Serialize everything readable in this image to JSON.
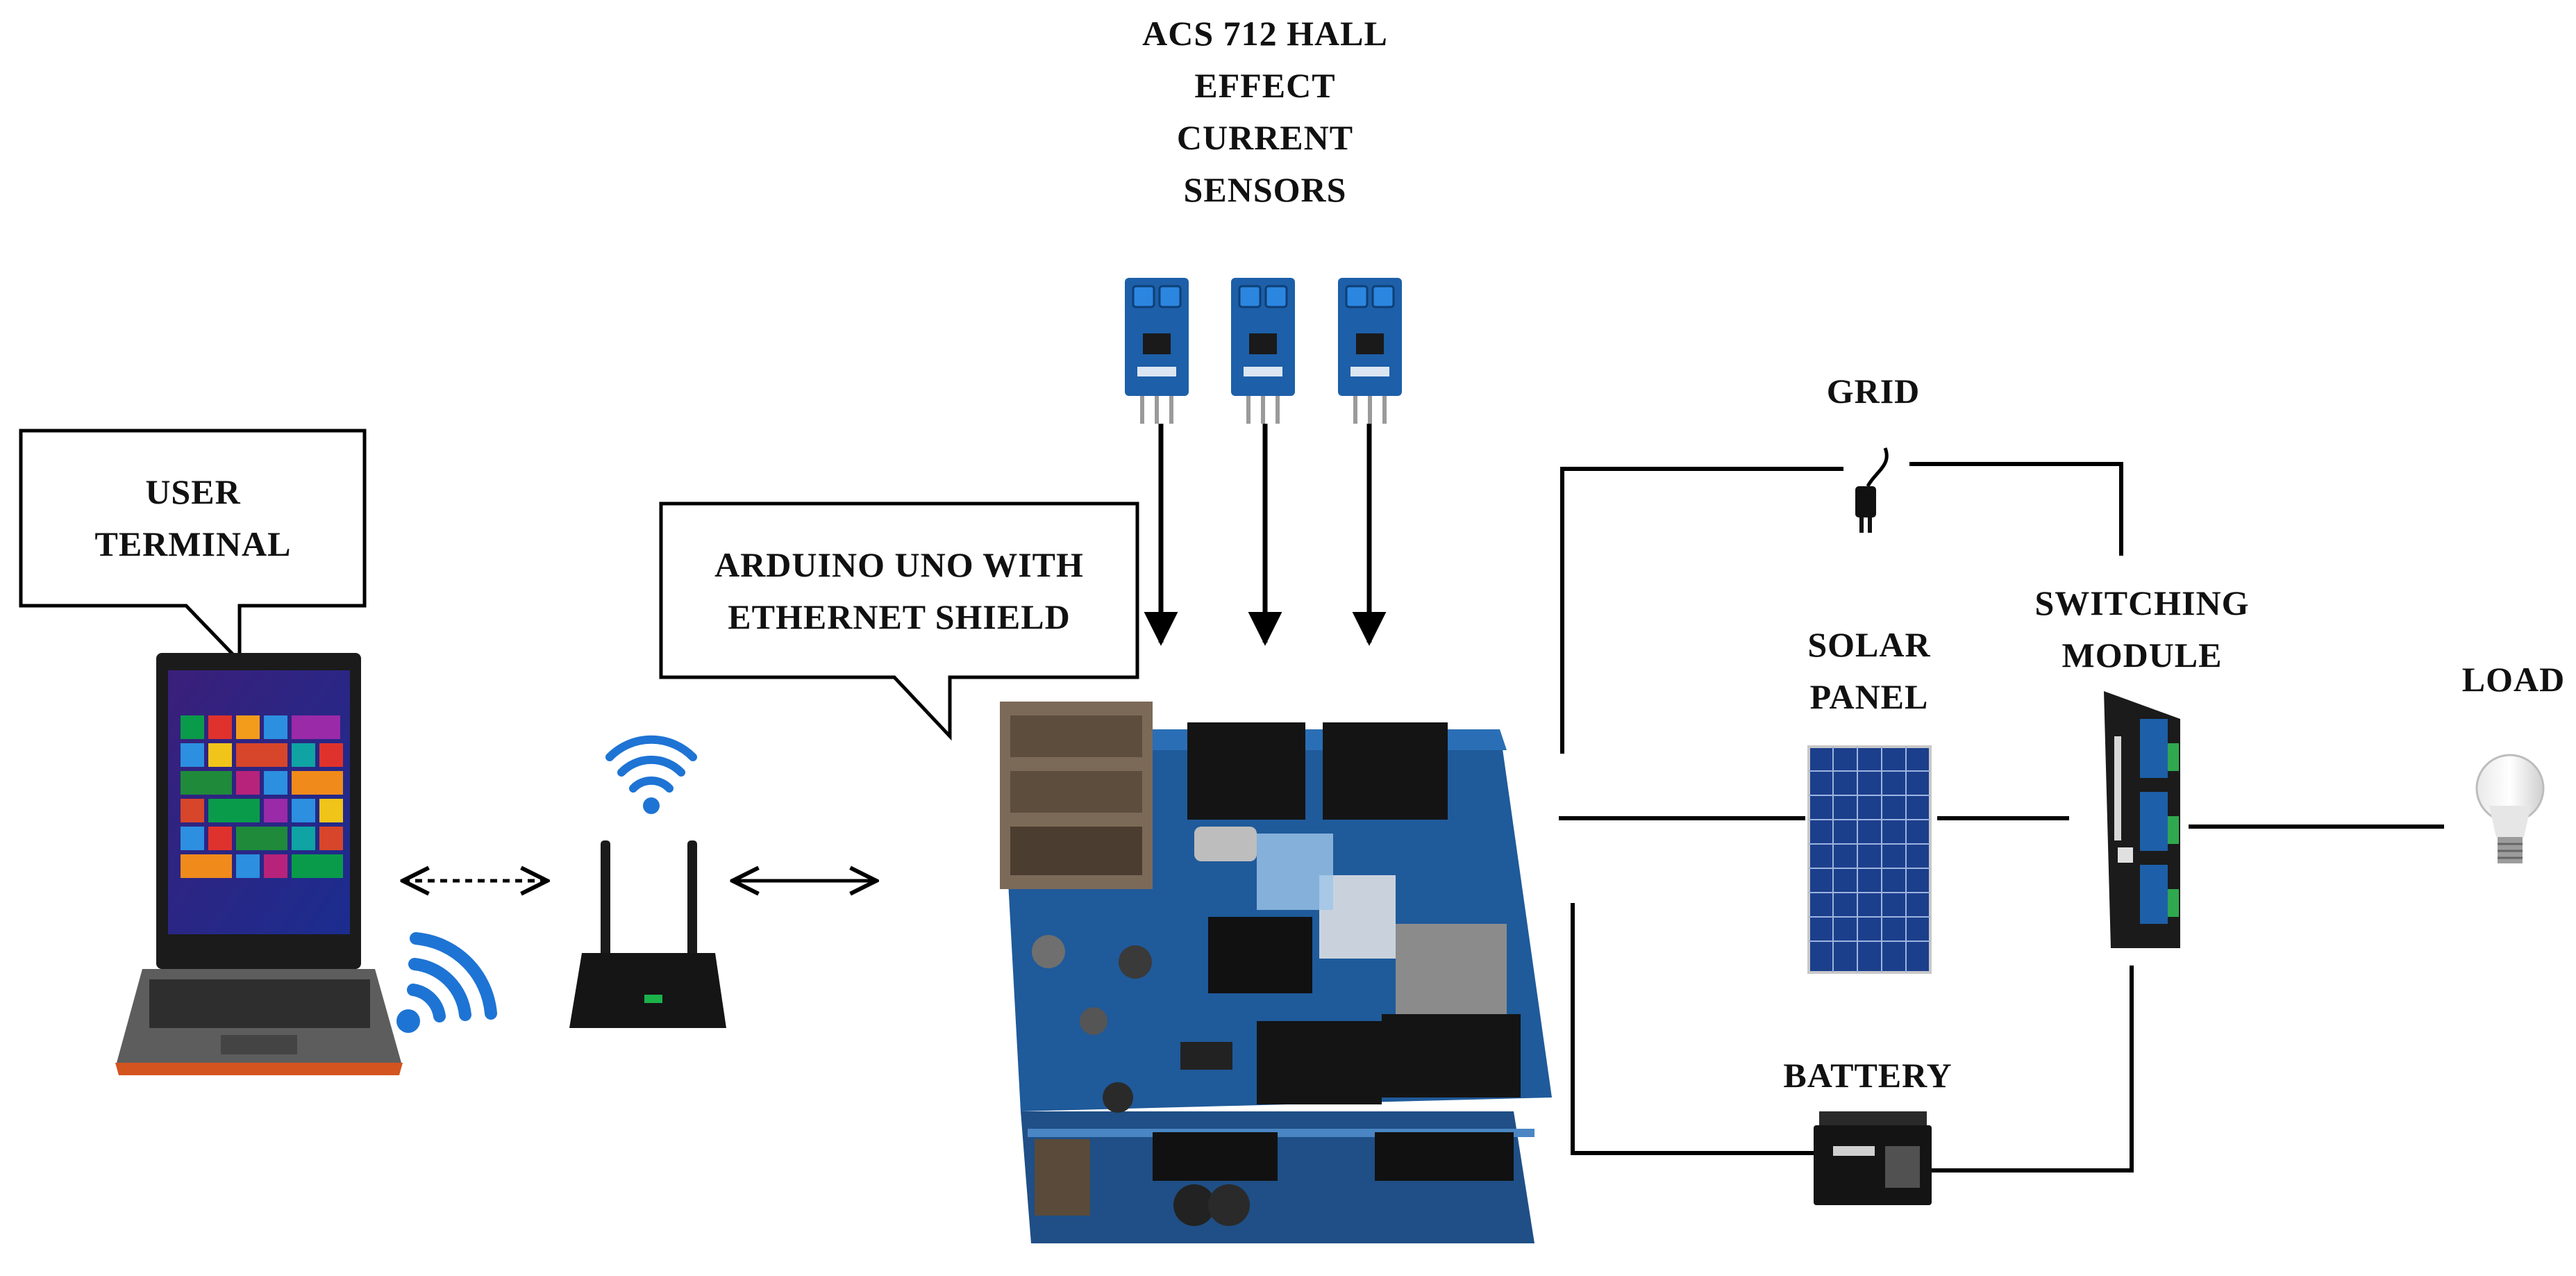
{
  "labels": {
    "sensors_line1": "ACS 712 HALL",
    "sensors_line2": "EFFECT",
    "sensors_line3": "CURRENT",
    "sensors_line4": "SENSORS",
    "user_terminal_line1": "USER",
    "user_terminal_line2": "TERMINAL",
    "arduino_line1": "ARDUINO UNO WITH",
    "arduino_line2": "ETHERNET SHIELD",
    "grid": "GRID",
    "solar_line1": "SOLAR",
    "solar_line2": "PANEL",
    "switching_line1": "SWITCHING",
    "switching_line2": "MODULE",
    "load": "LOAD",
    "battery": "BATTERY"
  },
  "components": {
    "sensor_count": 3,
    "laptop": "laptop-icon",
    "router": "router-icon",
    "wifi": "wifi-icon",
    "arduino": "arduino-board-icon",
    "grid_plug": "power-plug-icon",
    "solar_panel": "solar-panel-icon",
    "switching_module": "relay-module-icon",
    "load": "light-bulb-icon",
    "battery": "battery-icon"
  },
  "colors": {
    "board_blue": "#1f4f86",
    "sensor_blue": "#1d5fa8",
    "wifi_blue": "#1e74d4",
    "laptop_orange": "#d3541f",
    "line": "#000000"
  }
}
